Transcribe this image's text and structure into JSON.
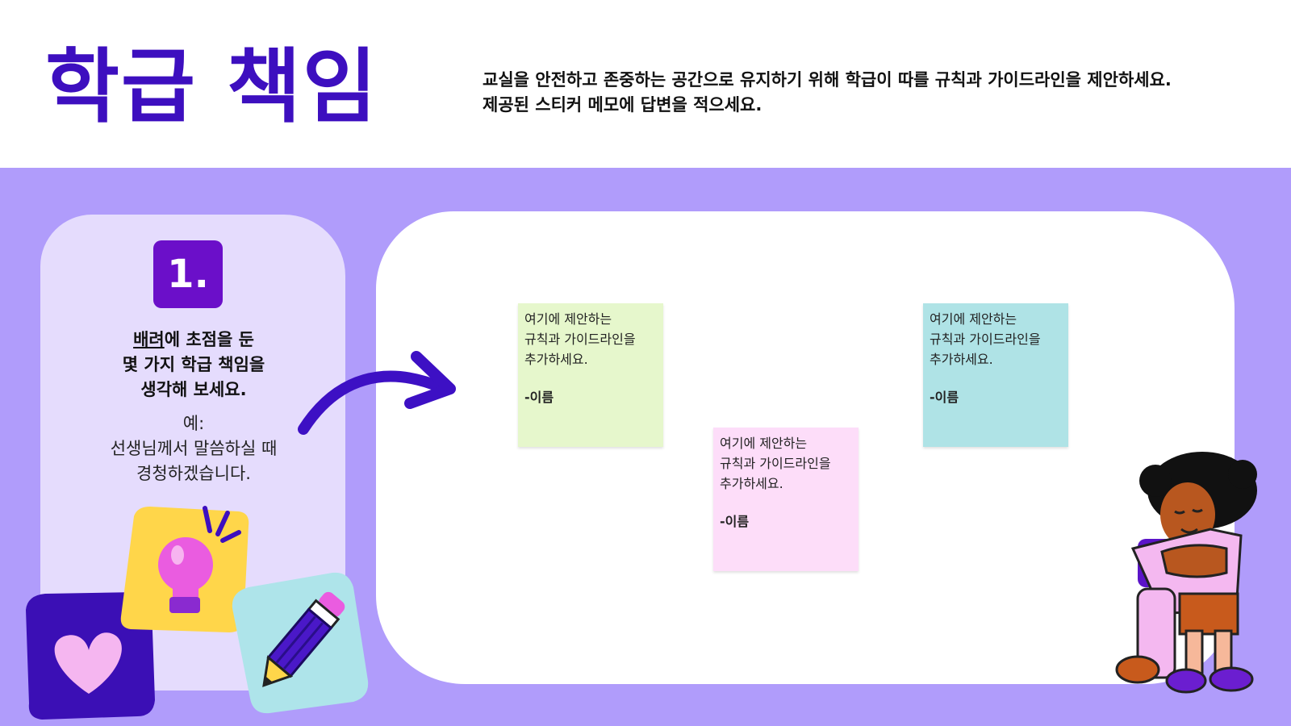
{
  "header": {
    "title": "학급 책임",
    "intro_line1": "교실을 안전하고 존중하는 공간으로 유지하기 위해 학급이 따를 규칙과 가이드라인을 제안하세요.",
    "intro_line2": "제공된 스티커 메모에 답변을 적으세요."
  },
  "instruction": {
    "step": "1.",
    "prompt_underlined": "배려",
    "prompt_rest1": "에 초점을 둔",
    "prompt_line2": "몇 가지 학급 책임을",
    "prompt_line3": "생각해 보세요.",
    "example_label": "예:",
    "example_line1": "선생님께서 말씀하실 때",
    "example_line2": "경청하겠습니다."
  },
  "notes": [
    {
      "line1": "여기에 제안하는",
      "line2": "규칙과 가이드라인을",
      "line3": "추가하세요.",
      "name": "-이름",
      "color": "#e6f7cc"
    },
    {
      "line1": "여기에 제안하는",
      "line2": "규칙과 가이드라인을",
      "line3": "추가하세요.",
      "name": "-이름",
      "color": "#fdddf9"
    },
    {
      "line1": "여기에 제안하는",
      "line2": "규칙과 가이드라인을",
      "line3": "추가하세요.",
      "name": "-이름",
      "color": "#afe3e6"
    }
  ],
  "decorations": {
    "icons": [
      "heart-icon",
      "lightbulb-icon",
      "pencil-icon",
      "arrow-icon"
    ],
    "illustration": "hugging-children"
  },
  "colors": {
    "accent": "#3d0fbf",
    "band": "#b09cfb",
    "card": "#e5dcfd",
    "badge": "#6b0fc9"
  }
}
